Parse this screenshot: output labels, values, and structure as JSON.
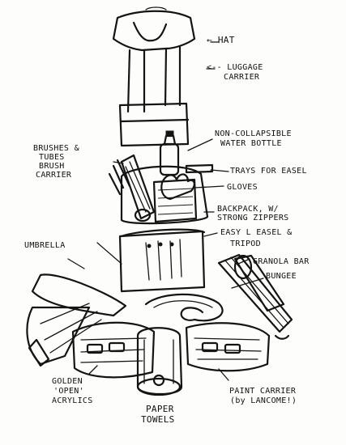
{
  "labels": {
    "hat": "← HAT",
    "luggage_carrier_1": "<-- LUGGAGE",
    "luggage_carrier_2": "CARRIER",
    "water_bottle_1": "NON-COLLAPSIBLE",
    "water_bottle_2": "WATER BOTTLE",
    "brushes_1": "BRUSHES &",
    "brushes_2": "TUBES",
    "brushes_3": "BRUSH",
    "brushes_4": "CARRIER",
    "trays": "TRAYS FOR EASEL",
    "gloves": "GLOVES",
    "backpack_1": "BACKPACK, w/",
    "backpack_2": "STRONG ZIPPERS",
    "easel_1": "EASY L EASEL &",
    "easel_2": "TRIPOD",
    "umbrella": "UMBRELLA",
    "granola": "GRANOLA BAR",
    "bungee": "BUNGEE",
    "acrylics_1": "GOLDEN",
    "acrylics_2": "'OPEN'",
    "acrylics_3": "ACRYLICS",
    "paper_1": "PAPER",
    "paper_2": "TOWELS",
    "paint_1": "PAINT CARRIER",
    "paint_2": "(by LANCOME!)"
  },
  "colors": {
    "ink": "#141414",
    "paper": "#fdfdfb"
  }
}
